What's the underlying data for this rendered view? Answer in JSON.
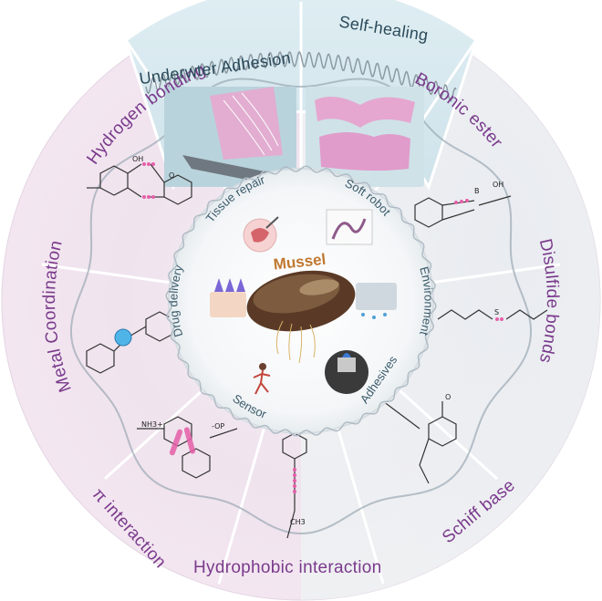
{
  "outer_labels": {
    "hydrogen_bonding": "Hydrogen bonding",
    "metal_coordination": "Metal Coordination",
    "pi_interaction": "π interaction",
    "hydrophobic_interaction": "Hydrophobic interaction",
    "schiff_base": "Schiff base",
    "disulfide_bonds": "Disulfide bonds",
    "boronic_ester": "Boronic ester"
  },
  "top_labels": {
    "underwater_adhesion": "Underwter Adhesion",
    "self_healing": "Self-healing"
  },
  "inner_labels": {
    "tissue_repair": "Tissue repair",
    "soft_robot": "Soft robot",
    "drug_delivery": "Drug delivery",
    "environment": "Environment",
    "sensor": "Sensor",
    "adhesives": "Adhesives"
  },
  "center": {
    "label": "Mussel"
  },
  "chem_labels": {
    "oh": "OH",
    "o": "O",
    "b": "B",
    "nh3": "NH3+",
    "op": "-OP",
    "ch3": "CH3",
    "s": "S"
  },
  "colors": {
    "outer_label": "#7a3a8c",
    "top_label": "#2b4a5a",
    "accent_pink": "#e55fa8",
    "mussel_label": "#c07830"
  }
}
